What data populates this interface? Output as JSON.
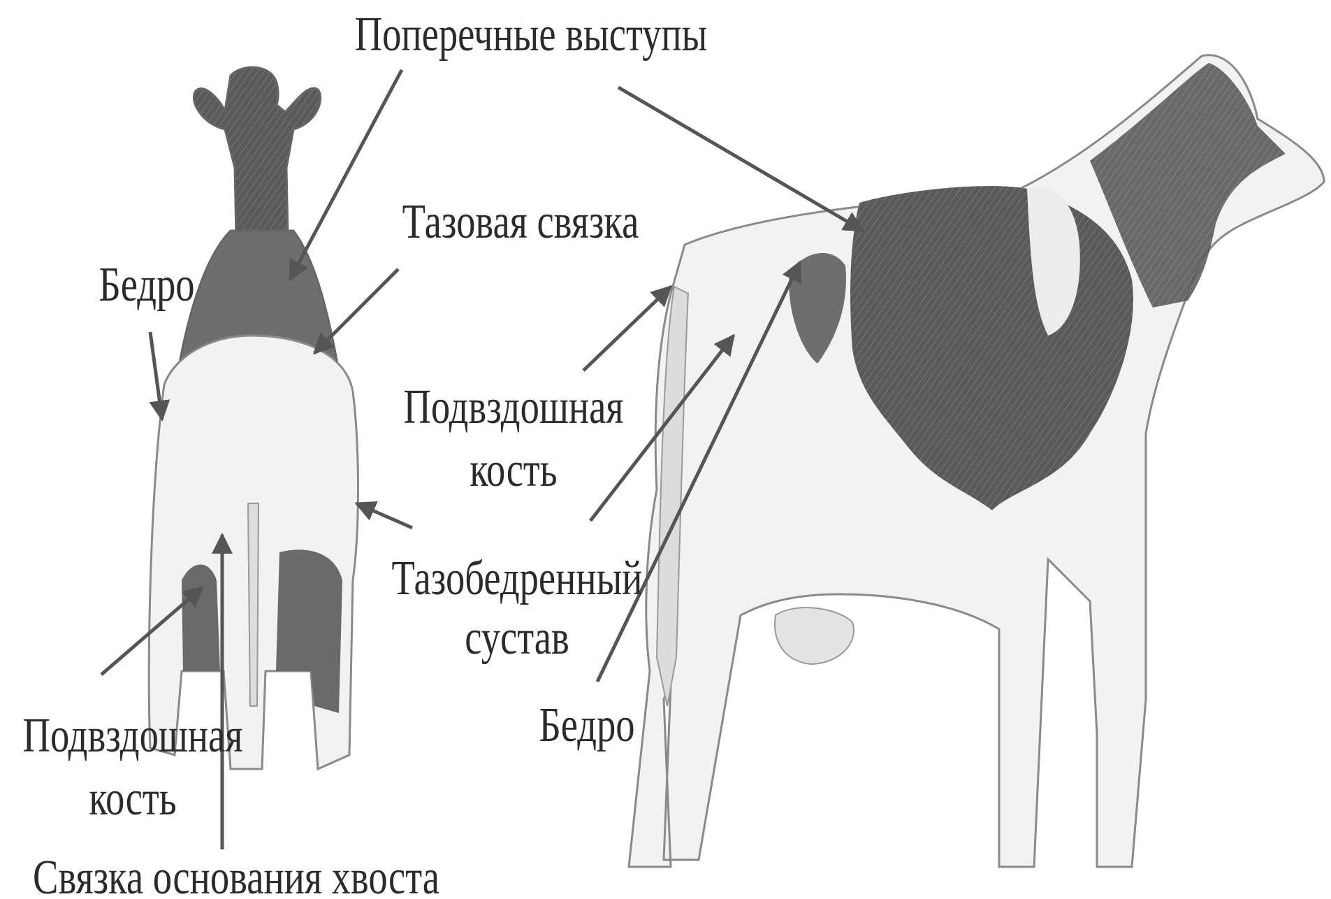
{
  "labels": {
    "transverse_processes": "Поперечные выступы",
    "pelvic_ligament": "Тазовая связка",
    "thigh_rear": "Бедро",
    "ilium_side_line1": "Подвздошная",
    "ilium_side_line2": "кость",
    "hip_joint_line1": "Тазобедренный",
    "hip_joint_line2": "сустав",
    "thigh_side": "Бедро",
    "ilium_rear_line1": "Подвздошная",
    "ilium_rear_line2": "кость",
    "tailhead_ligament": "Связка основания хвоста"
  },
  "colors": {
    "text": "#2b2b2b",
    "arrow": "#555555",
    "spots": "#5a5a5a",
    "body": "#f2f2f2",
    "outline": "#8a8a8a"
  }
}
